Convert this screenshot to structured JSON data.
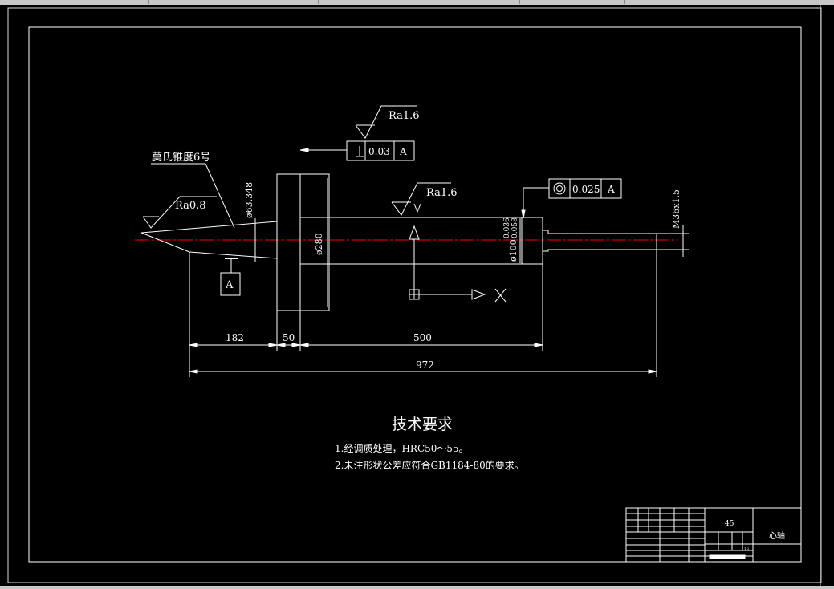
{
  "window": {
    "colors": {
      "background": "#000000",
      "lines": "#ffffff",
      "centerline": "#ff0000",
      "chrome": "#c8c8c8"
    }
  },
  "drawing": {
    "taper_label": "莫氏锥度6号",
    "roughness": {
      "taper": "Ra0.8",
      "top": "Ra1.6",
      "body": "Ra1.6"
    },
    "datum": "A",
    "tolerance_perp": {
      "value": "0.03",
      "datum": "A"
    },
    "tolerance_conc": {
      "value": "0.025",
      "datum": "A"
    },
    "diameters": {
      "taper": "ø63.348",
      "flange": "ø280",
      "body": "ø100",
      "body_tol_upper": "-0.036",
      "body_tol_lower": "-0.058",
      "thread": "M36x1.5"
    },
    "lengths": {
      "a": "182",
      "b": "50",
      "c": "500",
      "total": "972"
    },
    "axis_label_x": "X"
  },
  "notes": {
    "title": "技术要求",
    "items": [
      "1.经调质处理，HRC50～55。",
      "2.未注形状公差应符合GB1184-80的要求。"
    ]
  },
  "title_block": {
    "material": "45",
    "part_name": "心轴",
    "scale": "1:2"
  }
}
